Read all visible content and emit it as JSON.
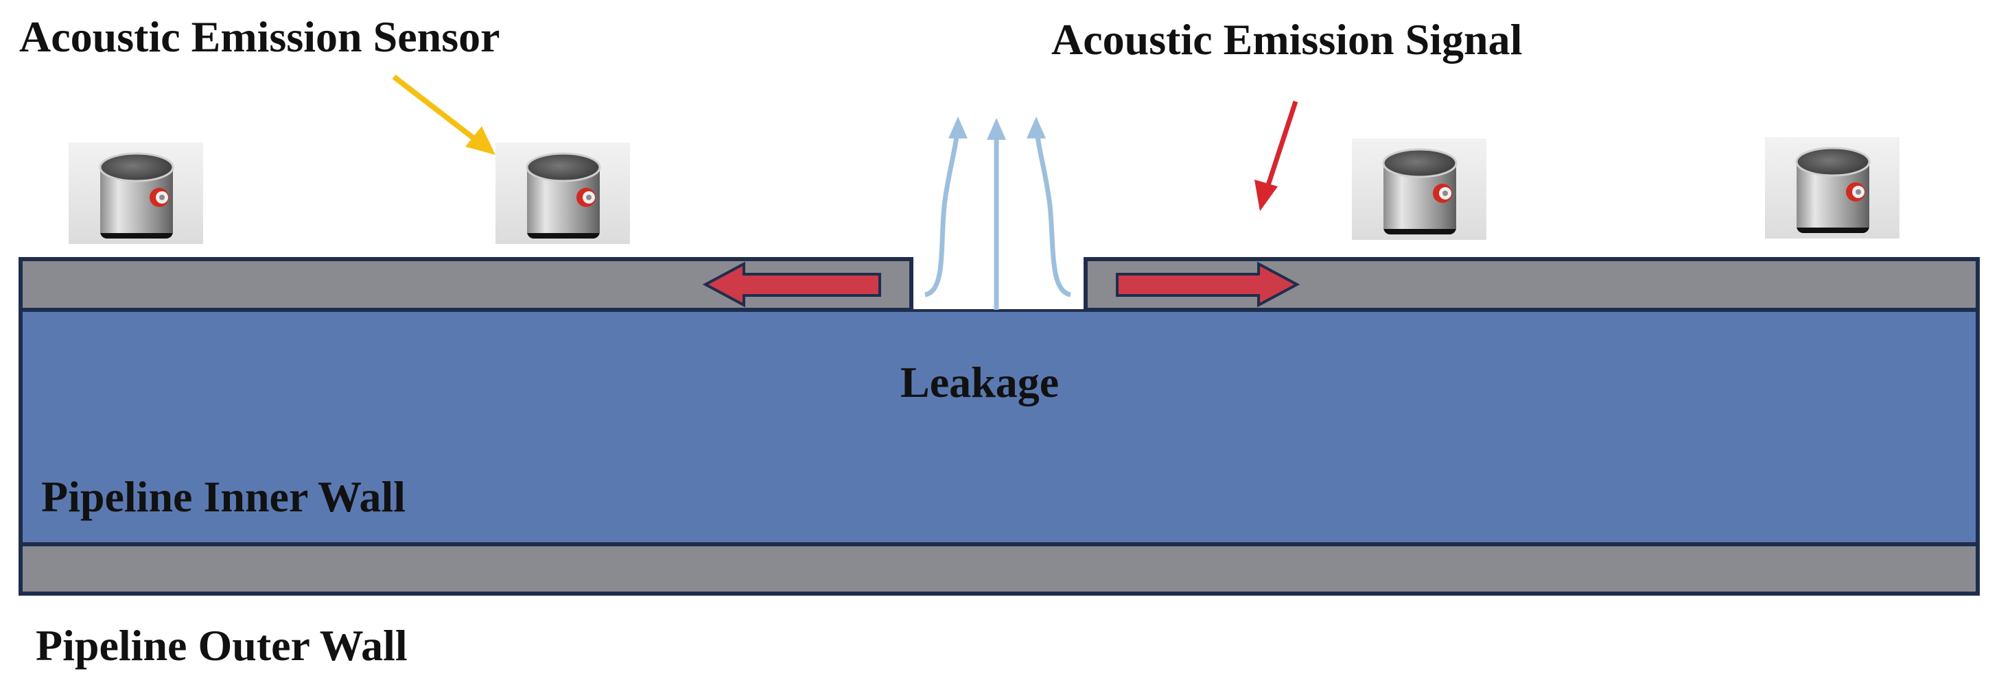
{
  "labels": {
    "sensor": "Acoustic Emission Sensor",
    "signal": "Acoustic Emission Signal",
    "leakage": "Leakage",
    "inner_wall": "Pipeline Inner Wall",
    "outer_wall": "Pipeline Outer Wall"
  },
  "colors": {
    "wall_gray": "#8a8b90",
    "pipe_blue": "#5b79b1",
    "outline_navy": "#1f2d4d",
    "propagation_red": "#cf3a48",
    "sensor_arrow_yellow": "#f5c013",
    "signal_arrow_red": "#d8262e",
    "leak_flow_lightblue": "#9dbfde"
  },
  "icons": {
    "sensor": "acoustic-emission-sensor-icon",
    "leak_flow": "upward-arrow-icon",
    "propagation": "horizontal-arrow-icon"
  }
}
